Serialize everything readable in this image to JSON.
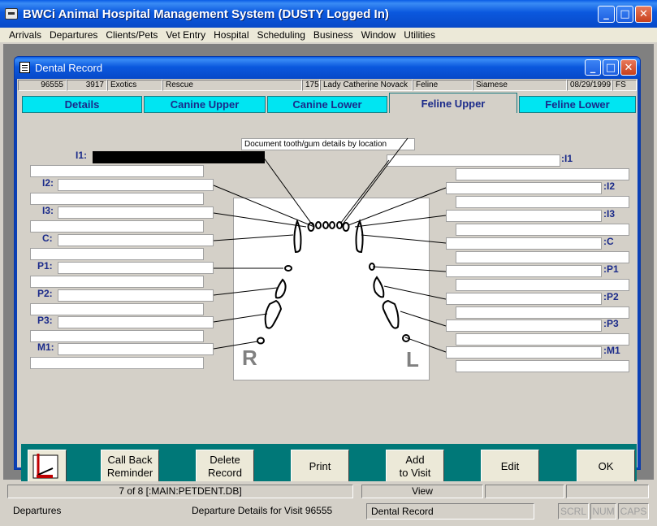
{
  "app": {
    "title": "BWCi Animal Hospital Management System (DUSTY Logged In)",
    "controls": {
      "minimize": "_",
      "maximize": "□",
      "close": "✕"
    }
  },
  "menu": [
    "Arrivals",
    "Departures",
    "Clients/Pets",
    "Vet Entry",
    "Hospital",
    "Scheduling",
    "Business",
    "Window",
    "Utilities"
  ],
  "dental_window": {
    "title": "Dental Record",
    "info": {
      "visit": "96555",
      "client_no": "3917",
      "type": "Exotics",
      "source": "Rescue",
      "pet_no": "175",
      "pet_name": "Lady Catherine Novack",
      "species": "Feline",
      "breed": "Siamese",
      "date": "08/29/1999",
      "sex": "FS"
    },
    "tabs": [
      "Details",
      "Canine Upper",
      "Canine Lower",
      "Feline Upper",
      "Feline Lower"
    ],
    "active_tab": "Feline Upper",
    "note": "Document tooth/gum details by location",
    "right_labels": [
      "I1:",
      "I2:",
      "I3:",
      "C:",
      "P1:",
      "P2:",
      "P3:",
      "M1:"
    ],
    "left_labels": [
      ":I1",
      ":I2",
      ":I3",
      ":C",
      ":P1",
      ":P2",
      ":P3",
      ":M1"
    ],
    "side_r": "R",
    "side_l": "L",
    "buttons": {
      "call_back": "Call Back\nReminder",
      "delete": "Delete\nRecord",
      "print": "Print",
      "add_visit": "Add\nto Visit",
      "edit": "Edit",
      "ok": "OK"
    }
  },
  "status": {
    "record": "7 of 8 [:MAIN:PETDENT.DB]",
    "mode": "View",
    "module": "Departures",
    "detail": "Departure Details for Visit 96555",
    "window": "Dental Record",
    "scrl": "SCRL",
    "num": "NUM",
    "caps": "CAPS"
  },
  "colors": {
    "tab": "#00e5f2",
    "bar": "#007878",
    "label": "#1a2a8a"
  }
}
